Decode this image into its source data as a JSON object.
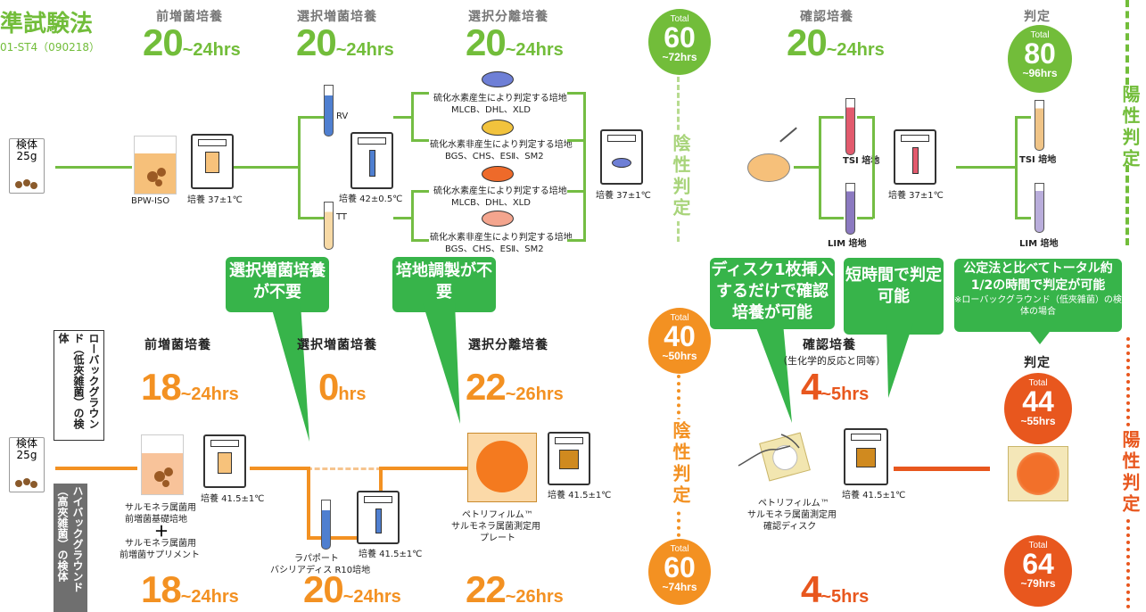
{
  "header": {
    "title": "準試験法",
    "code": "01-ST4（090218）"
  },
  "top": {
    "steps": [
      {
        "label": "前増菌培養",
        "num": "20",
        "unit": "~24hrs"
      },
      {
        "label": "選択増菌培養",
        "num": "20",
        "unit": "~24hrs"
      },
      {
        "label": "選択分離培養",
        "num": "20",
        "unit": "~24hrs"
      },
      {
        "label": "確認培養",
        "num": "20",
        "unit": "~24hrs"
      },
      {
        "label": "判定"
      }
    ],
    "total1": {
      "label": "Total",
      "value": "60",
      "range": "~72hrs"
    },
    "total2": {
      "label": "Total",
      "value": "80",
      "range": "~96hrs"
    },
    "negative": "陰性判定",
    "positive": "陽性判定",
    "sample": {
      "label": "検体",
      "weight": "25g"
    },
    "bpw": "BPW-ISO",
    "incubate1": "培養 37±1℃",
    "rv": "RV",
    "tt": "TT",
    "incubate2": "培養 42±0.5℃",
    "media": [
      {
        "line1": "硫化水素産生により判定する培地",
        "line2": "MLCB、DHL、XLD"
      },
      {
        "line1": "硫化水素非産生により判定する培地",
        "line2": "BGS、CHS、ESⅡ、SM2"
      },
      {
        "line1": "硫化水素産生により判定する培地",
        "line2": "MLCB、DHL、XLD"
      },
      {
        "line1": "硫化水素非産生により判定する培地",
        "line2": "BGS、CHS、ESⅡ、SM2"
      }
    ],
    "incubate3": "培養 37±1℃",
    "tsi": "TSI 培地",
    "lim": "LIM 培地",
    "incubate4": "培養 37±1℃",
    "tsi2": "TSI 培地",
    "lim2": "LIM 培地"
  },
  "bubbles": {
    "b1": "選択増菌培養が不要",
    "b2": "培地調製が不要",
    "b3": "ディスク1枚挿入するだけで確認培養が可能",
    "b4": "短時間で判定可能",
    "b5_main": "公定法と比べてトータル約1/2の時間で判定が可能",
    "b5_note": "※ローバックグラウンド（低夾雑菌）の検体の場合"
  },
  "bottom": {
    "low_bg": "ローバックグラウンド（低夾雑菌）の検体",
    "high_bg": "ハイバックグラウンド（高夾雑菌）の検体",
    "steps": [
      {
        "label": "前増菌培養"
      },
      {
        "label": "選択増菌培養"
      },
      {
        "label": "選択分離培養"
      },
      {
        "label": "確認培養",
        "sub": "（生化学的反応と同等）"
      },
      {
        "label": "判定"
      }
    ],
    "low_times": [
      {
        "num": "18",
        "unit": "~24hrs"
      },
      {
        "num": "0",
        "unit": "hrs"
      },
      {
        "num": "22",
        "unit": "~26hrs"
      },
      {
        "num": "4",
        "unit": "~5hrs"
      }
    ],
    "high_times": [
      {
        "num": "18",
        "unit": "~24hrs"
      },
      {
        "num": "20",
        "unit": "~24hrs"
      },
      {
        "num": "22",
        "unit": "~26hrs"
      },
      {
        "num": "4",
        "unit": "~5hrs"
      }
    ],
    "total_low_mid": {
      "label": "Total",
      "value": "40",
      "range": "~50hrs"
    },
    "total_high_mid": {
      "label": "Total",
      "value": "60",
      "range": "~74hrs"
    },
    "total_low_end": {
      "label": "Total",
      "value": "44",
      "range": "~55hrs"
    },
    "total_high_end": {
      "label": "Total",
      "value": "64",
      "range": "~79hrs"
    },
    "negative": "陰性判定",
    "positive": "陽性判定",
    "sample": {
      "label": "検体",
      "weight": "25g"
    },
    "medium1": "サルモネラ属菌用",
    "medium2": "前増菌基礎培地",
    "plus": "＋",
    "medium3": "サルモネラ属菌用",
    "medium4": "前増菌サプリメント",
    "incubate1": "培養 41.5±1℃",
    "rappaport1": "ラパポート",
    "rappaport2": "バシリアディス R10培地",
    "incubate2": "培養 41.5±1℃",
    "plate1": "ペトリフィルム™",
    "plate2": "サルモネラ属菌測定用",
    "plate3": "プレート",
    "incubate3": "培養 41.5±1℃",
    "disc1": "ペトリフィルム™",
    "disc2": "サルモネラ属菌測定用",
    "disc3": "確認ディスク",
    "incubate4": "培養 41.5±1℃"
  },
  "colors": {
    "green": "#72bd3a",
    "orange": "#f39122",
    "red": "#e8571e",
    "bubble": "#37b44a"
  }
}
